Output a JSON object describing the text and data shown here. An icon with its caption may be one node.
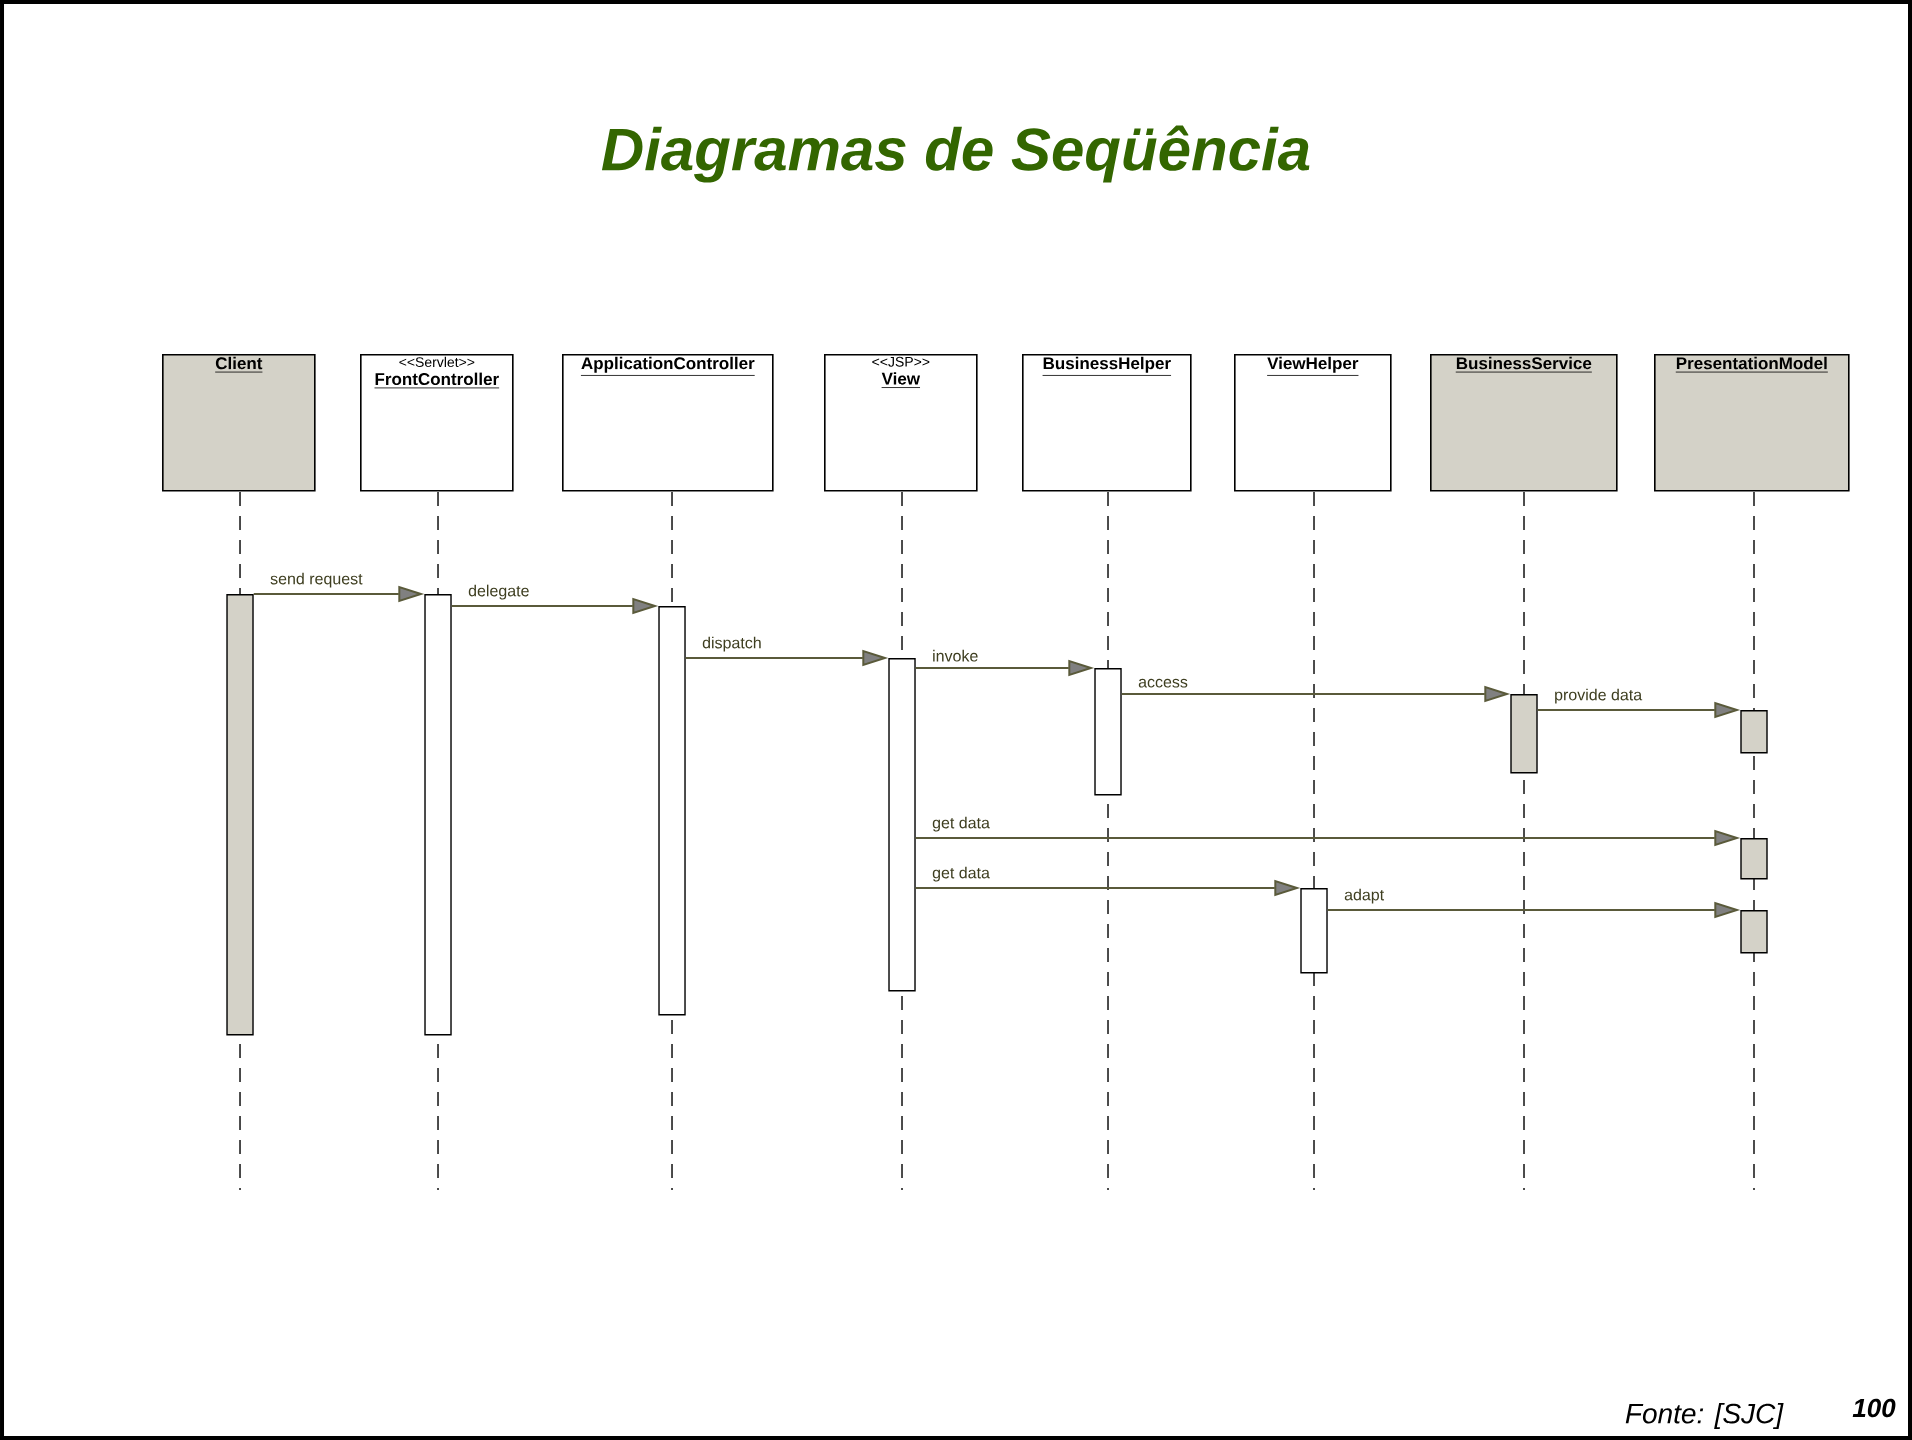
{
  "diagram": {
    "title": "Diagramas de Seqüência",
    "nodes": [
      {
        "text": [
          "Client"
        ]
      },
      {
        "text": [
          "<<Servlet>>",
          "FrontController"
        ]
      },
      {
        "text": [
          "ApplicationController"
        ]
      },
      {
        "text": [
          "<<JSP>>",
          "View"
        ]
      },
      {
        "text": [
          "BusinessHelper"
        ]
      },
      {
        "text": [
          "ViewHelper"
        ]
      },
      {
        "text": [
          "BusinessService"
        ]
      },
      {
        "text": [
          "PresentationModel"
        ]
      },
      {
        "text": [],
        "shape": "bar"
      },
      {
        "text": [],
        "shape": "bar"
      },
      {
        "text": [],
        "shape": "bar"
      },
      {
        "text": [],
        "shape": "bar"
      },
      {
        "text": [],
        "shape": "bar"
      },
      {
        "text": [],
        "shape": "bar"
      },
      {
        "text": [],
        "shape": "bar"
      },
      {
        "text": [],
        "shape": "bar"
      },
      {
        "text": [],
        "shape": "bar"
      },
      {
        "text": [],
        "shape": "bar"
      }
    ],
    "edges": [
      {
        "from": 8,
        "to": 9,
        "arrow": "to",
        "label": "send request"
      },
      {
        "from": 9,
        "to": 10,
        "arrow": "to",
        "label": "delegate"
      },
      {
        "from": 10,
        "to": 11,
        "arrow": "to",
        "label": "dispatch"
      },
      {
        "from": 11,
        "to": 12,
        "arrow": "to",
        "label": "invoke"
      },
      {
        "from": 12,
        "to": 14,
        "arrow": "to",
        "label": "access"
      },
      {
        "from": 14,
        "to": 15,
        "arrow": "to",
        "label": "provide data"
      },
      {
        "from": 11,
        "to": 16,
        "arrow": "to",
        "label": "get data"
      },
      {
        "from": 11,
        "to": 13,
        "arrow": "to",
        "label": "get data"
      },
      {
        "from": 13,
        "to": 17,
        "arrow": "to",
        "label": "adapt"
      }
    ],
    "labels": [
      "Fonte: [SJC]",
      "100"
    ]
  }
}
